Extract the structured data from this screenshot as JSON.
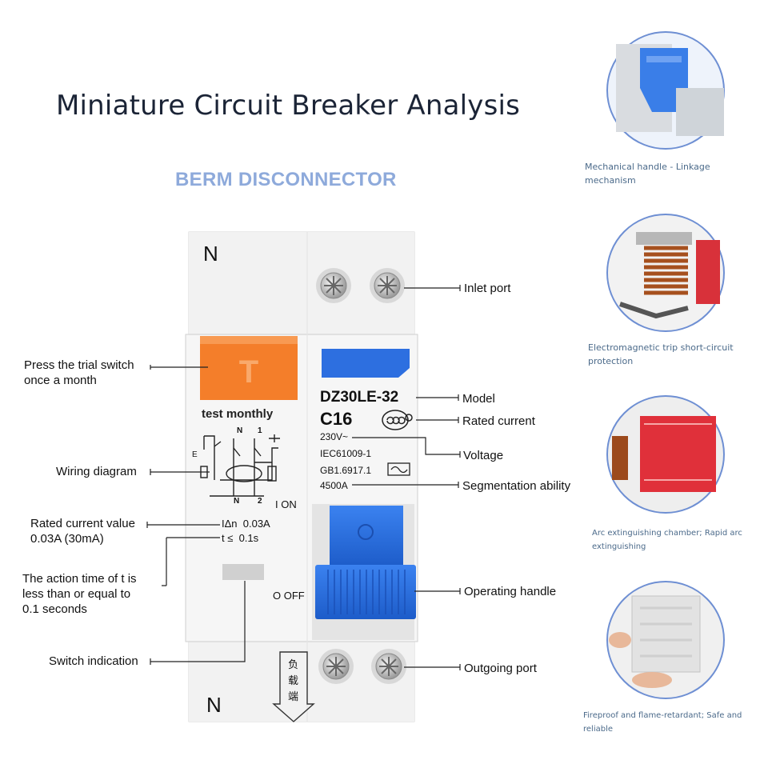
{
  "title": "Miniature Circuit Breaker Analysis",
  "brand": "BERM DISCONNECTOR",
  "device": {
    "terminal_top": "N",
    "terminal_bottom": "N",
    "test_button_letter": "T",
    "test_label": "test monthly",
    "model": "DZ30LE-32",
    "rating": "C16",
    "voltage": "230V~",
    "standard1": "IEC61009-1",
    "standard2": "GB1.6917.1",
    "capacity": "4500A",
    "residual_current": "IΔn  0.03A",
    "trip_time": "t ≤  0.1s",
    "on_label": "I ON",
    "off_label": "O OFF",
    "load_chars": [
      "负",
      "载",
      "端"
    ],
    "wiring_n_top": "N",
    "wiring_1_top": "1",
    "wiring_n_bottom": "N",
    "wiring_2_bottom": "2",
    "wiring_e": "E"
  },
  "left_labels": {
    "trial_switch": [
      "Press the trial switch",
      "once a month"
    ],
    "wiring": "Wiring diagram",
    "rated_current_value": [
      "Rated current value",
      "0.03A (30mA)"
    ],
    "action_time": [
      "The action time of t is",
      "less than or equal to",
      "0.1 seconds"
    ],
    "switch_indication": "Switch indication"
  },
  "right_labels": {
    "inlet": "Inlet port",
    "model": "Model",
    "rated_current": "Rated current",
    "voltage": "Voltage",
    "segmentation": "Segmentation ability",
    "operating_handle": "Operating handle",
    "outgoing": "Outgoing port"
  },
  "features": [
    {
      "caption": [
        "Mechanical handle  -  Linkage",
        "mechanism"
      ],
      "icon": "handle-linkage-icon"
    },
    {
      "caption": [
        "Electromagnetic trip short-circuit",
        "protection"
      ],
      "icon": "coil-icon"
    },
    {
      "caption": [
        "Arc extinguishing chamber; Rapid arc",
        "extinguishing"
      ],
      "icon": "arc-chamber-icon"
    },
    {
      "caption": [
        "Fireproof and flame-retardant; Safe and",
        "reliable"
      ],
      "icon": "housing-icon"
    }
  ],
  "colors": {
    "title": "#1b2436",
    "brand": "#8eaadb",
    "orange": "#f47e2a",
    "blue": "#2d6fe0",
    "body": "#f1f1f1",
    "caption": "#4b6a8a",
    "circle_border": "#6e8fd3"
  }
}
